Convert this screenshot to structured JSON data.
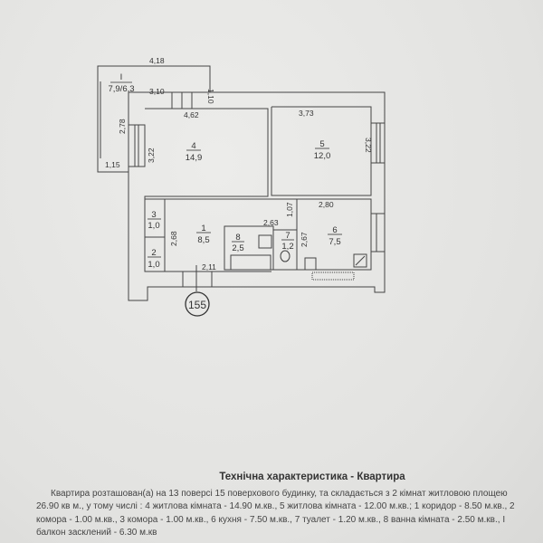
{
  "plan": {
    "balcony": {
      "number": "I",
      "area": "7,9/6,3"
    },
    "dimensions": {
      "balcony_top": "4,18",
      "balcony_side": "1,10",
      "balcony_inner": "3,10",
      "balcony_left": "2,78",
      "balcony_bottom": "1,15",
      "room4_width": "4,62",
      "room4_height": "3,22",
      "room5_width": "3,73",
      "room5_height": "3,22",
      "kitchen_width": "2,80",
      "kitchen_height": "2,67",
      "door_width": "1,07",
      "bath_width": "2,63",
      "corridor_height": "2,68",
      "corridor_bottom": "2,11"
    },
    "rooms": [
      {
        "number": "4",
        "area": "14,9"
      },
      {
        "number": "5",
        "area": "12,0"
      },
      {
        "number": "1",
        "area": "8,5"
      },
      {
        "number": "3",
        "area": "1,0"
      },
      {
        "number": "2",
        "area": "1,0"
      },
      {
        "number": "8",
        "area": "2,5"
      },
      {
        "number": "7",
        "area": "1,2"
      },
      {
        "number": "6",
        "area": "7,5"
      }
    ],
    "apartment_number": "155"
  },
  "description": {
    "title": "Технічна характеристика - Квартира",
    "text": "Квартира розташован(а) на 13 поверсі 15 поверхового будинку, та складається з 2 кімнат житловою площею 26.90 кв м., у тому числі : 4 житлова кімната - 14.90 м.кв., 5 житлова кімната - 12.00 м.кв.; 1 коридор - 8.50 м.кв., 2 комора - 1.00 м.кв., 3 комора - 1.00 м.кв., 6 кухня - 7.50 м.кв., 7 туалет - 1.20 м.кв., 8 ванна кімната - 2.50 м.кв., І балкон засклений - 6.30 м.кв"
  }
}
